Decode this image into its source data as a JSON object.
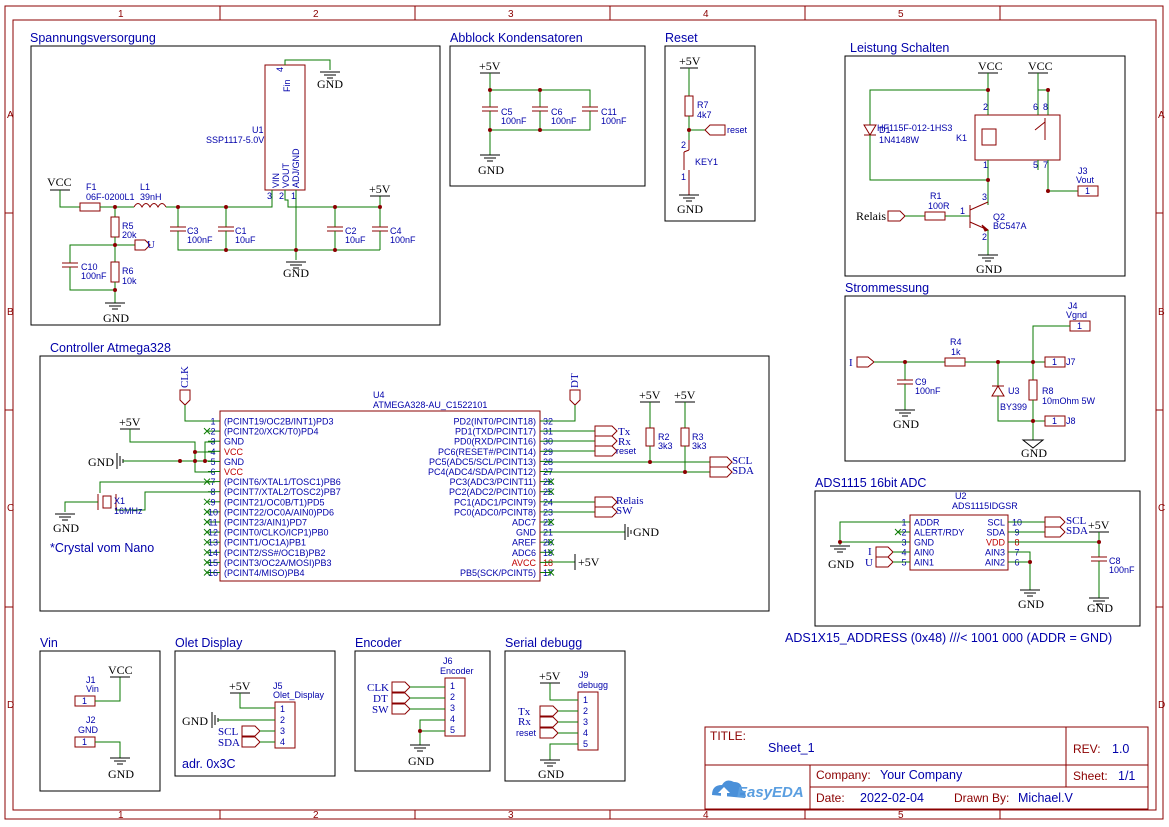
{
  "frame": {
    "cols": [
      "1",
      "2",
      "3",
      "4",
      "5"
    ],
    "rows": [
      "A",
      "B",
      "C",
      "D"
    ]
  },
  "sections": {
    "power": "Spannungsversorgung",
    "caps": "Abblock Kondensatoren",
    "reset": "Reset",
    "switch": "Leistung Schalten",
    "current": "Strommessung",
    "controller": "Controller Atmega328",
    "adc": "ADS1115 16bit ADC",
    "vin": "Vin",
    "olet": "Olet Display",
    "encoder": "Encoder",
    "serial": "Serial debugg"
  },
  "nets": {
    "vcc": "VCC",
    "v5": "+5V",
    "gnd": "GND",
    "u": "U",
    "i": "I",
    "clk": "CLK",
    "dt": "DT",
    "sw": "SW",
    "tx": "Tx",
    "rx": "Rx",
    "reset": "reset",
    "scl": "SCL",
    "sda": "SDA",
    "relais": "Relais"
  },
  "power": {
    "f1": "F1",
    "f1v": "06F-0200L1",
    "l1": "L1",
    "l1v": "39nH",
    "u1": "U1",
    "u1v": "SSP1117-5.0V",
    "u1fin": "Fin",
    "u1fin_n": "4",
    "u1vin": "VIN",
    "u1vout": "VOUT",
    "u1gnd": "ADJ/GND",
    "u1p3": "3",
    "u1p2": "2",
    "u1p1": "1",
    "r5": "R5",
    "r5v": "20k",
    "r6": "R6",
    "r6v": "10k",
    "c10": "C10",
    "c10v": "100nF",
    "c3": "C3",
    "c3v": "100nF",
    "c1": "C1",
    "c1v": "10uF",
    "c2": "C2",
    "c2v": "10uF",
    "c4": "C4",
    "c4v": "100nF"
  },
  "caps": {
    "c5": "C5",
    "c5v": "100nF",
    "c6": "C6",
    "c6v": "100nF",
    "c11": "C11",
    "c11v": "100nF"
  },
  "reset": {
    "r7": "R7",
    "r7v": "4k7",
    "key": "KEY1",
    "k1": "1",
    "k2": "2"
  },
  "switch": {
    "d1": "D1",
    "d1v": "1N4148W",
    "k1": "HF115F-012-1HS3",
    "k1r": "K1",
    "r1": "R1",
    "r1v": "100R",
    "q2": "Q2",
    "q2v": "BC547A",
    "j3": "J3",
    "j3v": "Vout",
    "j3p": "1",
    "p2": "2",
    "p1": "1",
    "p6": "6",
    "p8": "8",
    "p5": "5",
    "p7": "7",
    "qb": "1",
    "qc": "3",
    "qe": "2"
  },
  "current": {
    "j4": "J4",
    "j4v": "Vgnd",
    "j4p": "1",
    "r4": "R4",
    "r4v": "1k",
    "j7": "J7",
    "j7p": "1",
    "c9": "C9",
    "c9v": "100nF",
    "u3": "U3",
    "u3v": "BY399",
    "r8": "R8",
    "r8v": "10mOhm 5W",
    "j8": "J8",
    "j8p": "1"
  },
  "mcu": {
    "ref": "U4",
    "val": "ATMEGA328-AU_C1522101",
    "x1": "X1",
    "x1v": "16MHz",
    "note": "*Crystal vom Nano",
    "r2": "R2",
    "r2v": "3k3",
    "r3": "R3",
    "r3v": "3k3",
    "left": [
      {
        "n": "1",
        "t": "(PCINT19/OC2B/INT1)PD3"
      },
      {
        "n": "2",
        "t": "(PCINT20/XCK/T0)PD4"
      },
      {
        "n": "3",
        "t": "GND"
      },
      {
        "n": "4",
        "t": "VCC",
        "r": true
      },
      {
        "n": "5",
        "t": "GND"
      },
      {
        "n": "6",
        "t": "VCC",
        "r": true
      },
      {
        "n": "7",
        "t": "(PCINT6/XTAL1/TOSC1)PB6"
      },
      {
        "n": "8",
        "t": "(PCINT7/XTAL2/TOSC2)PB7"
      },
      {
        "n": "9",
        "t": "(PCINT21/OC0B/T1)PD5"
      },
      {
        "n": "10",
        "t": "(PCINT22/OC0A/AIN0)PD6"
      },
      {
        "n": "11",
        "t": "(PCINT23/AIN1)PD7"
      },
      {
        "n": "12",
        "t": "(PCINT0/CLKO/ICP1)PB0"
      },
      {
        "n": "13",
        "t": "(PCINT1/OC1A)PB1"
      },
      {
        "n": "14",
        "t": "(PCINT2/SS#/OC1B)PB2"
      },
      {
        "n": "15",
        "t": "(PCINT3/OC2A/MOSI)PB3"
      },
      {
        "n": "16",
        "t": "(PCINT4/MISO)PB4"
      }
    ],
    "right": [
      {
        "n": "32",
        "t": "PD2(INT0/PCINT18)"
      },
      {
        "n": "31",
        "t": "PD1(TXD/PCINT17)"
      },
      {
        "n": "30",
        "t": "PD0(RXD/PCINT16)"
      },
      {
        "n": "29",
        "t": "PC6(RESET#/PCINT14)"
      },
      {
        "n": "28",
        "t": "PC5(ADC5/SCL/PCINT13)"
      },
      {
        "n": "27",
        "t": "PC4(ADC4/SDA/PCINT12)"
      },
      {
        "n": "26",
        "t": "PC3(ADC3/PCINT11)"
      },
      {
        "n": "25",
        "t": "PC2(ADC2/PCINT10)"
      },
      {
        "n": "24",
        "t": "PC1(ADC1/PCINT9)"
      },
      {
        "n": "23",
        "t": "PC0(ADC0/PCINT8)"
      },
      {
        "n": "22",
        "t": "ADC7"
      },
      {
        "n": "21",
        "t": "GND"
      },
      {
        "n": "20",
        "t": "AREF"
      },
      {
        "n": "19",
        "t": "ADC6"
      },
      {
        "n": "18",
        "t": "AVCC",
        "r": true
      },
      {
        "n": "17",
        "t": "PB5(SCK/PCINT5)"
      }
    ]
  },
  "adc": {
    "ref": "U2",
    "val": "ADS1115IDGSR",
    "left": [
      {
        "n": "1",
        "t": "ADDR"
      },
      {
        "n": "2",
        "t": "ALERT/RDY"
      },
      {
        "n": "3",
        "t": "GND"
      },
      {
        "n": "4",
        "t": "AIN0"
      },
      {
        "n": "5",
        "t": "AIN1"
      }
    ],
    "right": [
      {
        "n": "10",
        "t": "SCL"
      },
      {
        "n": "9",
        "t": "SDA"
      },
      {
        "n": "8",
        "t": "VDD",
        "r": true
      },
      {
        "n": "7",
        "t": "AIN3"
      },
      {
        "n": "6",
        "t": "AIN2"
      }
    ],
    "c8": "C8",
    "c8v": "100nF",
    "note": "ADS1X15_ADDRESS (0x48) ///< 1001 000 (ADDR = GND)"
  },
  "vin": {
    "j1": "J1",
    "j1v": "Vin",
    "j1p": "1",
    "j2": "J2",
    "j2v": "GND",
    "j2p": "1"
  },
  "olet": {
    "j5": "J5",
    "j5v": "Olet_Display",
    "pins": [
      "1",
      "2",
      "3",
      "4"
    ],
    "addr": "adr. 0x3C"
  },
  "encoder": {
    "j6": "J6",
    "j6v": "Encoder",
    "pins": [
      "1",
      "2",
      "3",
      "4",
      "5"
    ]
  },
  "serial": {
    "j9": "J9",
    "j9v": "debugg",
    "pins": [
      "1",
      "2",
      "3",
      "4",
      "5"
    ]
  },
  "titleblock": {
    "title_label": "TITLE:",
    "title": "Sheet_1",
    "rev_label": "REV:",
    "rev": "1.0",
    "company_label": "Company:",
    "company": "Your Company",
    "sheet_label": "Sheet:",
    "sheet": "1/1",
    "date_label": "Date:",
    "date": "2022-02-04",
    "drawn_label": "Drawn By:",
    "drawn": "Michael.V",
    "brand": "EasyEDA"
  }
}
